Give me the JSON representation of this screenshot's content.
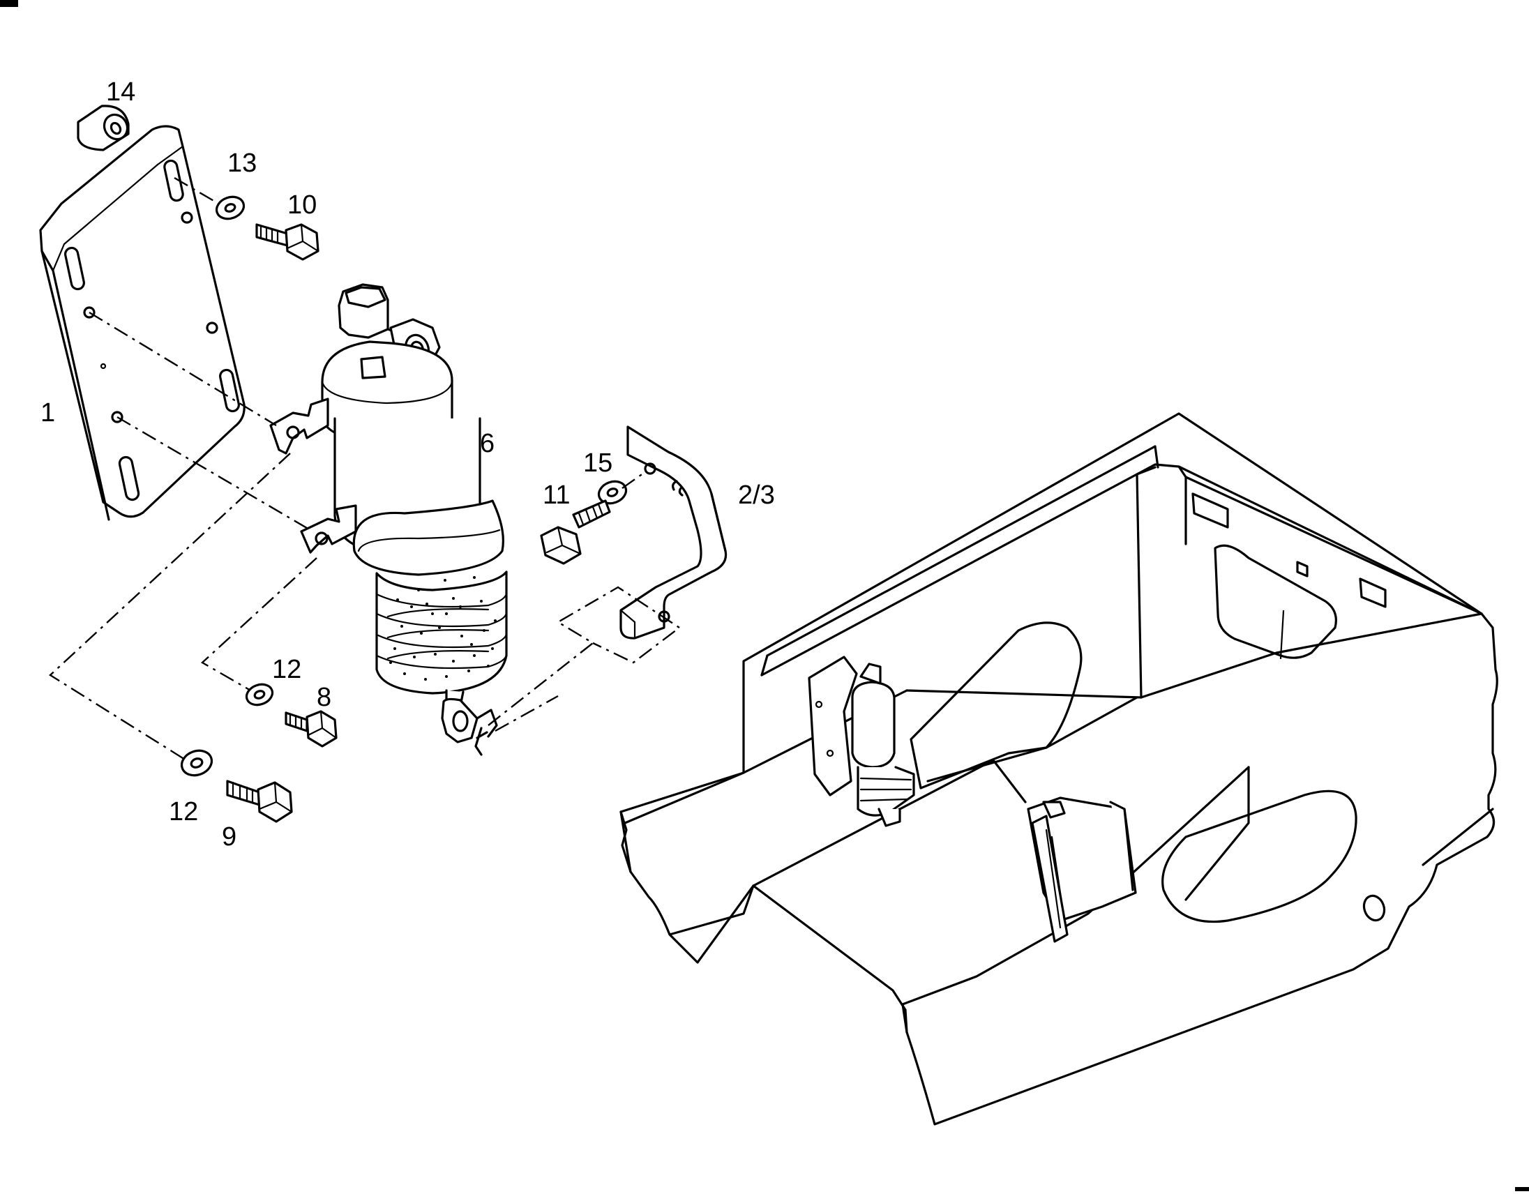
{
  "callouts": {
    "c1": "1",
    "c2_3": "2/3",
    "c6": "6",
    "c8": "8",
    "c9": "9",
    "c10": "10",
    "c11": "11",
    "c12a": "12",
    "c12b": "12",
    "c13": "13",
    "c14": "14",
    "c15": "15"
  }
}
